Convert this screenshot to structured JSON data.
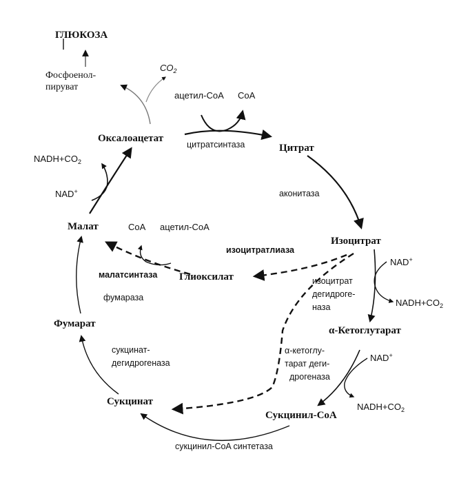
{
  "metabolites": {
    "glucose": "ГЛЮКОЗА",
    "pep_line1": "Фосфоенол-",
    "pep_line2": "пируват",
    "oxaloacetate": "Оксалоацетат",
    "citrate": "Цитрат",
    "isocitrate": "Изоцитрат",
    "ketoglutarate": "α-Кетоглутарат",
    "succinyl_coa": "Сукцинил-CoA",
    "succinate": "Сукцинат",
    "fumarate": "Фумарат",
    "malate": "Малат",
    "glyoxylate": "Глиоксилат"
  },
  "enzymes": {
    "citrate_synthase": "цитратсинтаза",
    "aconitase": "аконитаза",
    "isocitrate_lyase": "изоцитратлиаза",
    "idh_line1": "изоцитрат",
    "idh_line2": "дегидроге-",
    "idh_line3": "наза",
    "akgdh_line1": "α-кетоглу-",
    "akgdh_line2": "тарат деги-",
    "akgdh_line3": "дрогеназа",
    "succinyl_coa_synthetase": "сукцинил-CoA синтетаза",
    "sdh_line1": "сукцинат-",
    "sdh_line2": "дегидрогеназа",
    "fumarase": "фумараза",
    "malate_synthase": "малатсинтаза"
  },
  "cofactors": {
    "co2": "CO",
    "co2_sub": "2",
    "acetyl_coa_top": "ацетил-CoA",
    "coa_top": "CoA",
    "nadh_co2_left": "NADH+CO",
    "nadh_co2_left_sub": "2",
    "nad_left": "NAD",
    "nad_left_sup": "+",
    "coa_mid": "CoA",
    "acetyl_coa_mid": "ацетил-CoA",
    "nad_idh": "NAD",
    "nad_idh_sup": "+",
    "nadh_co2_idh": "NADH+CO",
    "nadh_co2_idh_sub": "2",
    "nad_akg": "NAD",
    "nad_akg_sup": "+",
    "nadh_co2_akg": "NADH+CO",
    "nadh_co2_akg_sub": "2"
  }
}
